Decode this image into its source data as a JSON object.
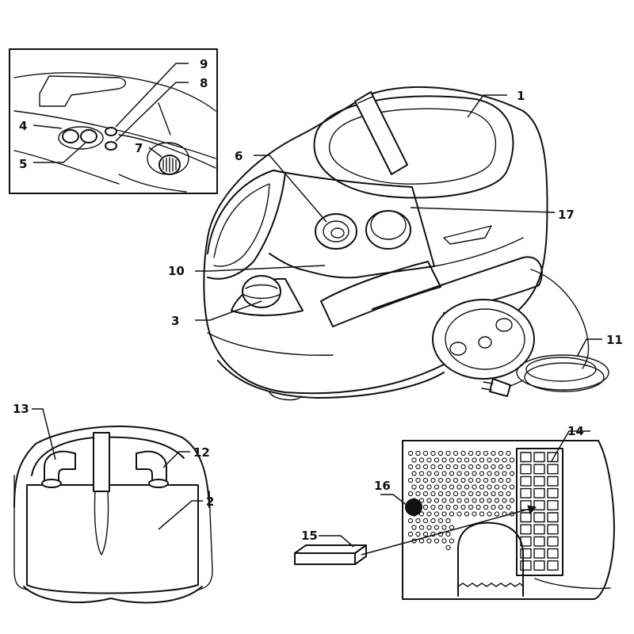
{
  "callouts": {
    "c1": "1",
    "c2": "2",
    "c3": "3",
    "c4": "4",
    "c5": "5",
    "c6": "6",
    "c7": "7",
    "c8": "8",
    "c9": "9",
    "c10": "10",
    "c11": "11",
    "c12": "12",
    "c13": "13",
    "c14": "14",
    "c15": "15",
    "c16": "16",
    "c17": "17"
  },
  "colors": {
    "line": "#111111",
    "background": "#ffffff"
  }
}
